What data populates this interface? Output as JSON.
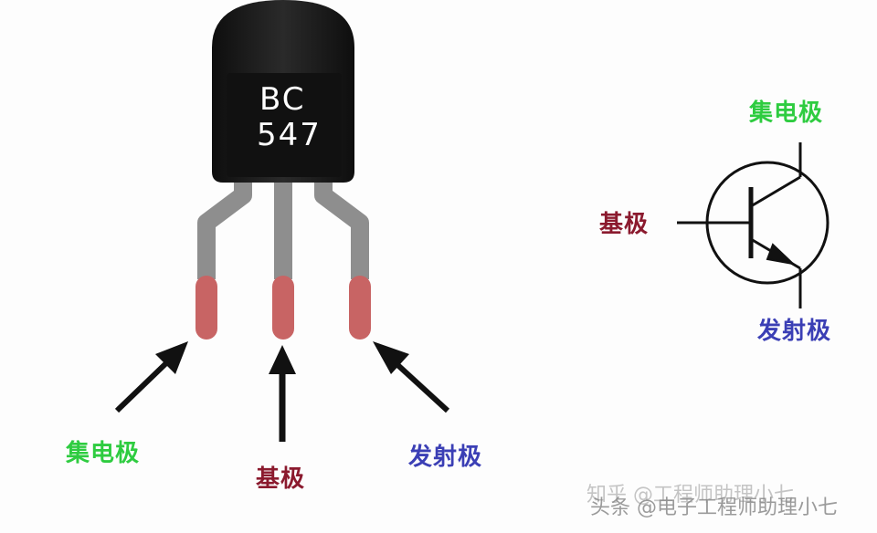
{
  "chip": {
    "line1": "BC",
    "line2": "547"
  },
  "package_labels": {
    "collector": "集电极",
    "base": "基极",
    "emitter": "发射极"
  },
  "symbol_labels": {
    "collector": "集电极",
    "base": "基极",
    "emitter": "发射极"
  },
  "watermarks": {
    "zhihu": "知乎 @工程师助理小七",
    "toutiao": "头条 @电子工程师助理小七"
  },
  "colors": {
    "collector": "#2ecc40",
    "base": "#8b1a2e",
    "emitter": "#3b3fb5",
    "body": "#1e1e1e",
    "lead": "#8e8e8e",
    "lead_tip": "#c86464",
    "arrow": "#111111",
    "watermark": "#bdbdbd"
  }
}
